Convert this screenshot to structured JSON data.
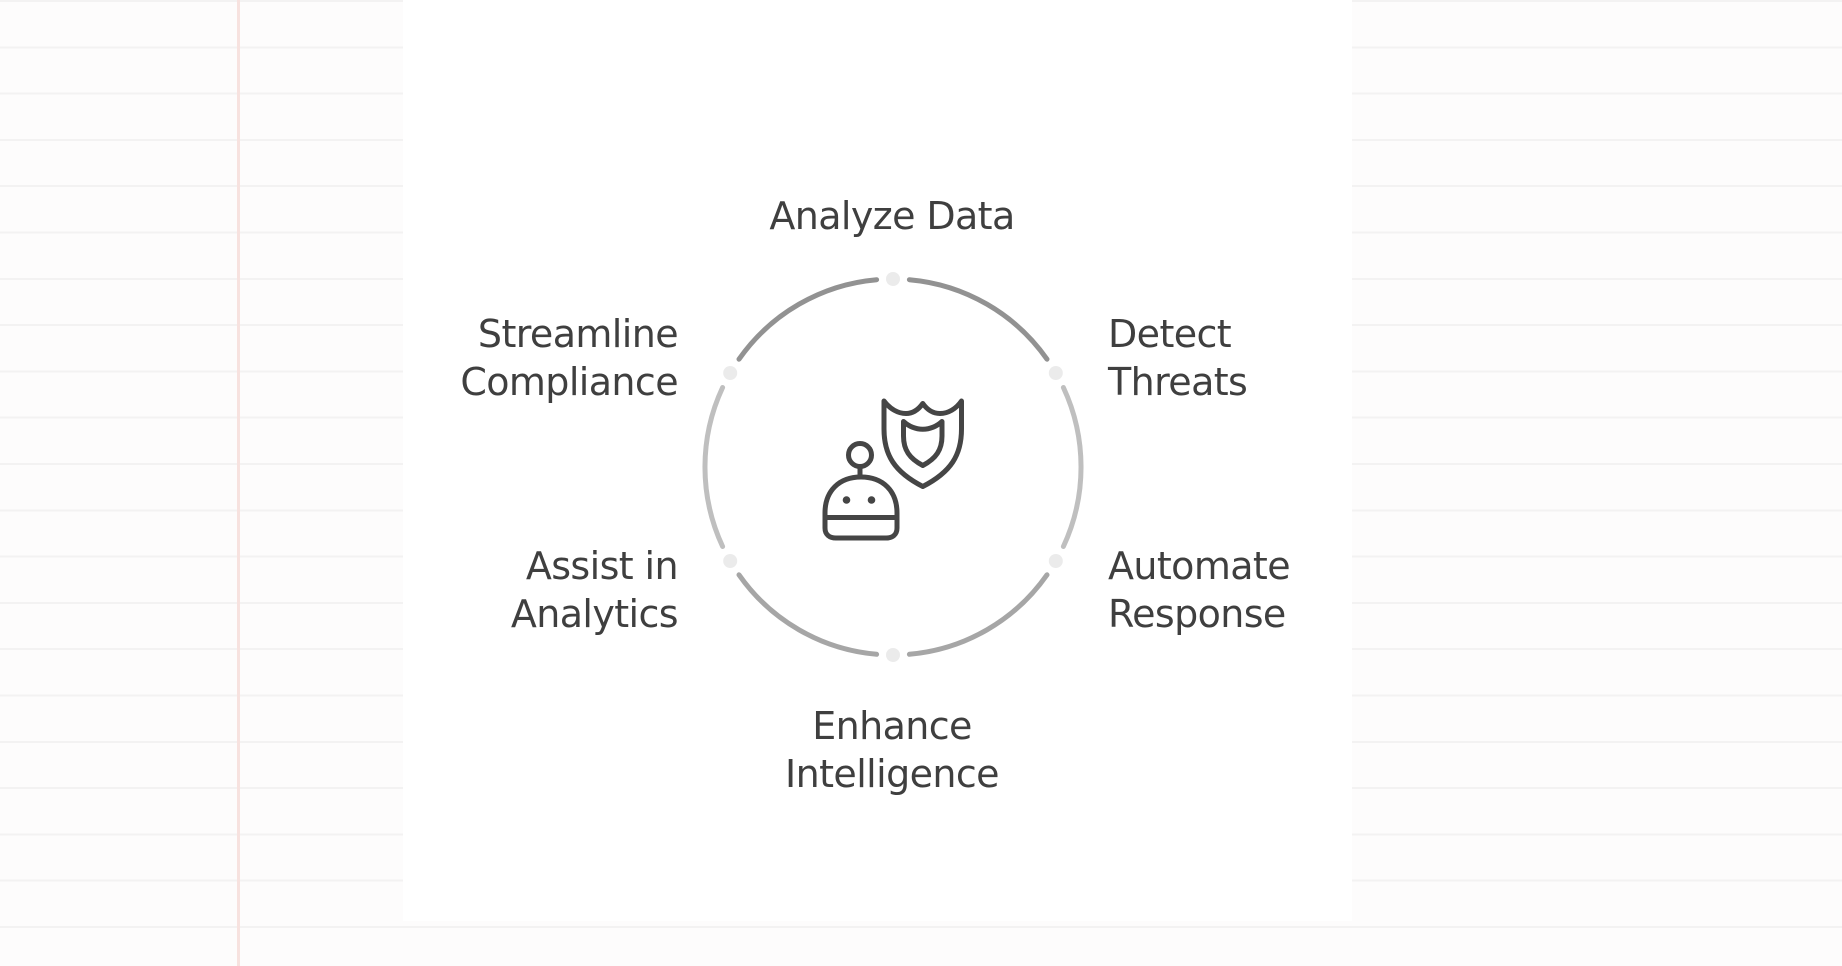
{
  "paper": {
    "background": "#fdfcfc",
    "rule_line_color": "#f3f2f2",
    "margin_line_color": "#f7e2df",
    "card_background": "#ffffff"
  },
  "diagram": {
    "text_color": "#3f3f3f",
    "ring": {
      "segment_colors": {
        "top": "#929292",
        "side": "#bfbfbf",
        "bottom": "#a6a6a6"
      },
      "dot_color": "#ebebeb"
    },
    "center_icon": {
      "name": "robot-with-shield",
      "stroke_color": "#454545"
    },
    "labels": {
      "top": {
        "lines": [
          "Analyze Data",
          ""
        ]
      },
      "top_right": {
        "lines": [
          "Detect",
          "Threats"
        ]
      },
      "bottom_right": {
        "lines": [
          "Automate",
          "Response"
        ]
      },
      "bottom": {
        "lines": [
          "Enhance",
          "Intelligence"
        ]
      },
      "bottom_left": {
        "lines": [
          "Assist in",
          "Analytics"
        ]
      },
      "top_left": {
        "lines": [
          "Streamline",
          "Compliance"
        ]
      }
    }
  }
}
